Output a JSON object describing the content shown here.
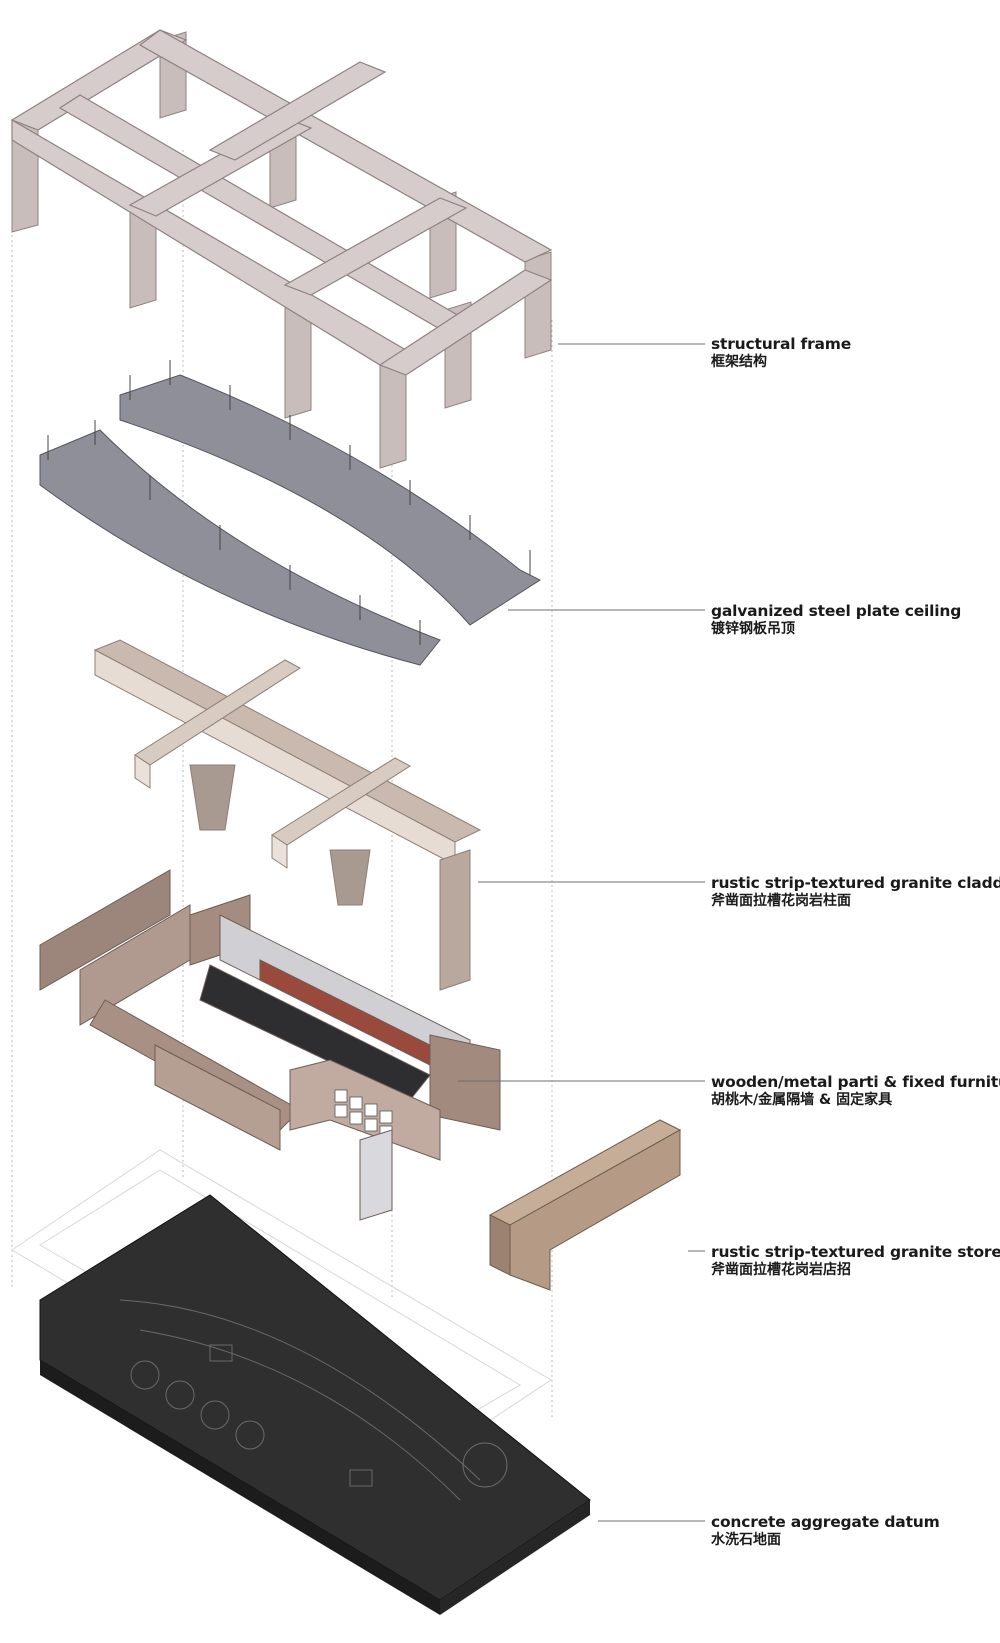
{
  "layers": [
    {
      "id": "frame",
      "en": "structural frame",
      "zh": "框架结构"
    },
    {
      "id": "ceiling",
      "en": "galvanized steel plate ceiling",
      "zh": "镀锌钢板吊顶"
    },
    {
      "id": "cladding",
      "en": "rustic strip-textured granite cladding",
      "zh": "斧凿面拉槽花岗岩柱面"
    },
    {
      "id": "furniture",
      "en": "wooden/metal parti & fixed furniture",
      "zh": "胡桃木/金属隔墙 & 固定家具"
    },
    {
      "id": "storefront",
      "en": "rustic strip-textured granite storefront",
      "zh": "斧凿面拉槽花岗岩店招"
    },
    {
      "id": "datum",
      "en": "concrete aggregate datum",
      "zh": "水洗石地面"
    }
  ],
  "colors": {
    "concrete": "#d2c7c5",
    "steel": "#8f8f99",
    "granite": "#c7b8ad",
    "wood": "#9c857a",
    "storefront": "#b89f8a",
    "datum": "#2f2f2f"
  }
}
